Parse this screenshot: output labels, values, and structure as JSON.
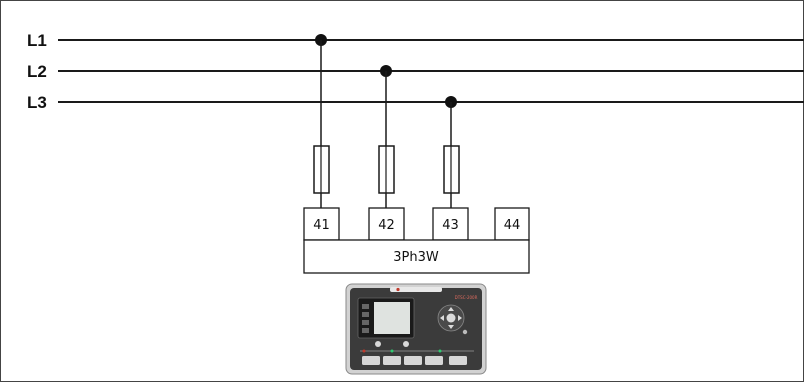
{
  "lines": [
    {
      "label": "L1"
    },
    {
      "label": "L2"
    },
    {
      "label": "L3"
    }
  ],
  "terminals": [
    {
      "label": "41"
    },
    {
      "label": "42"
    },
    {
      "label": "43"
    },
    {
      "label": "44"
    }
  ],
  "module": {
    "label": "3Ph3W"
  },
  "device": {
    "model": "DTSC-200R"
  },
  "colors": {
    "line": "#1a1a1a",
    "device_bezel": "#c8c8c8",
    "device_face": "#3a3a3a",
    "device_accent": "#c0392b"
  }
}
